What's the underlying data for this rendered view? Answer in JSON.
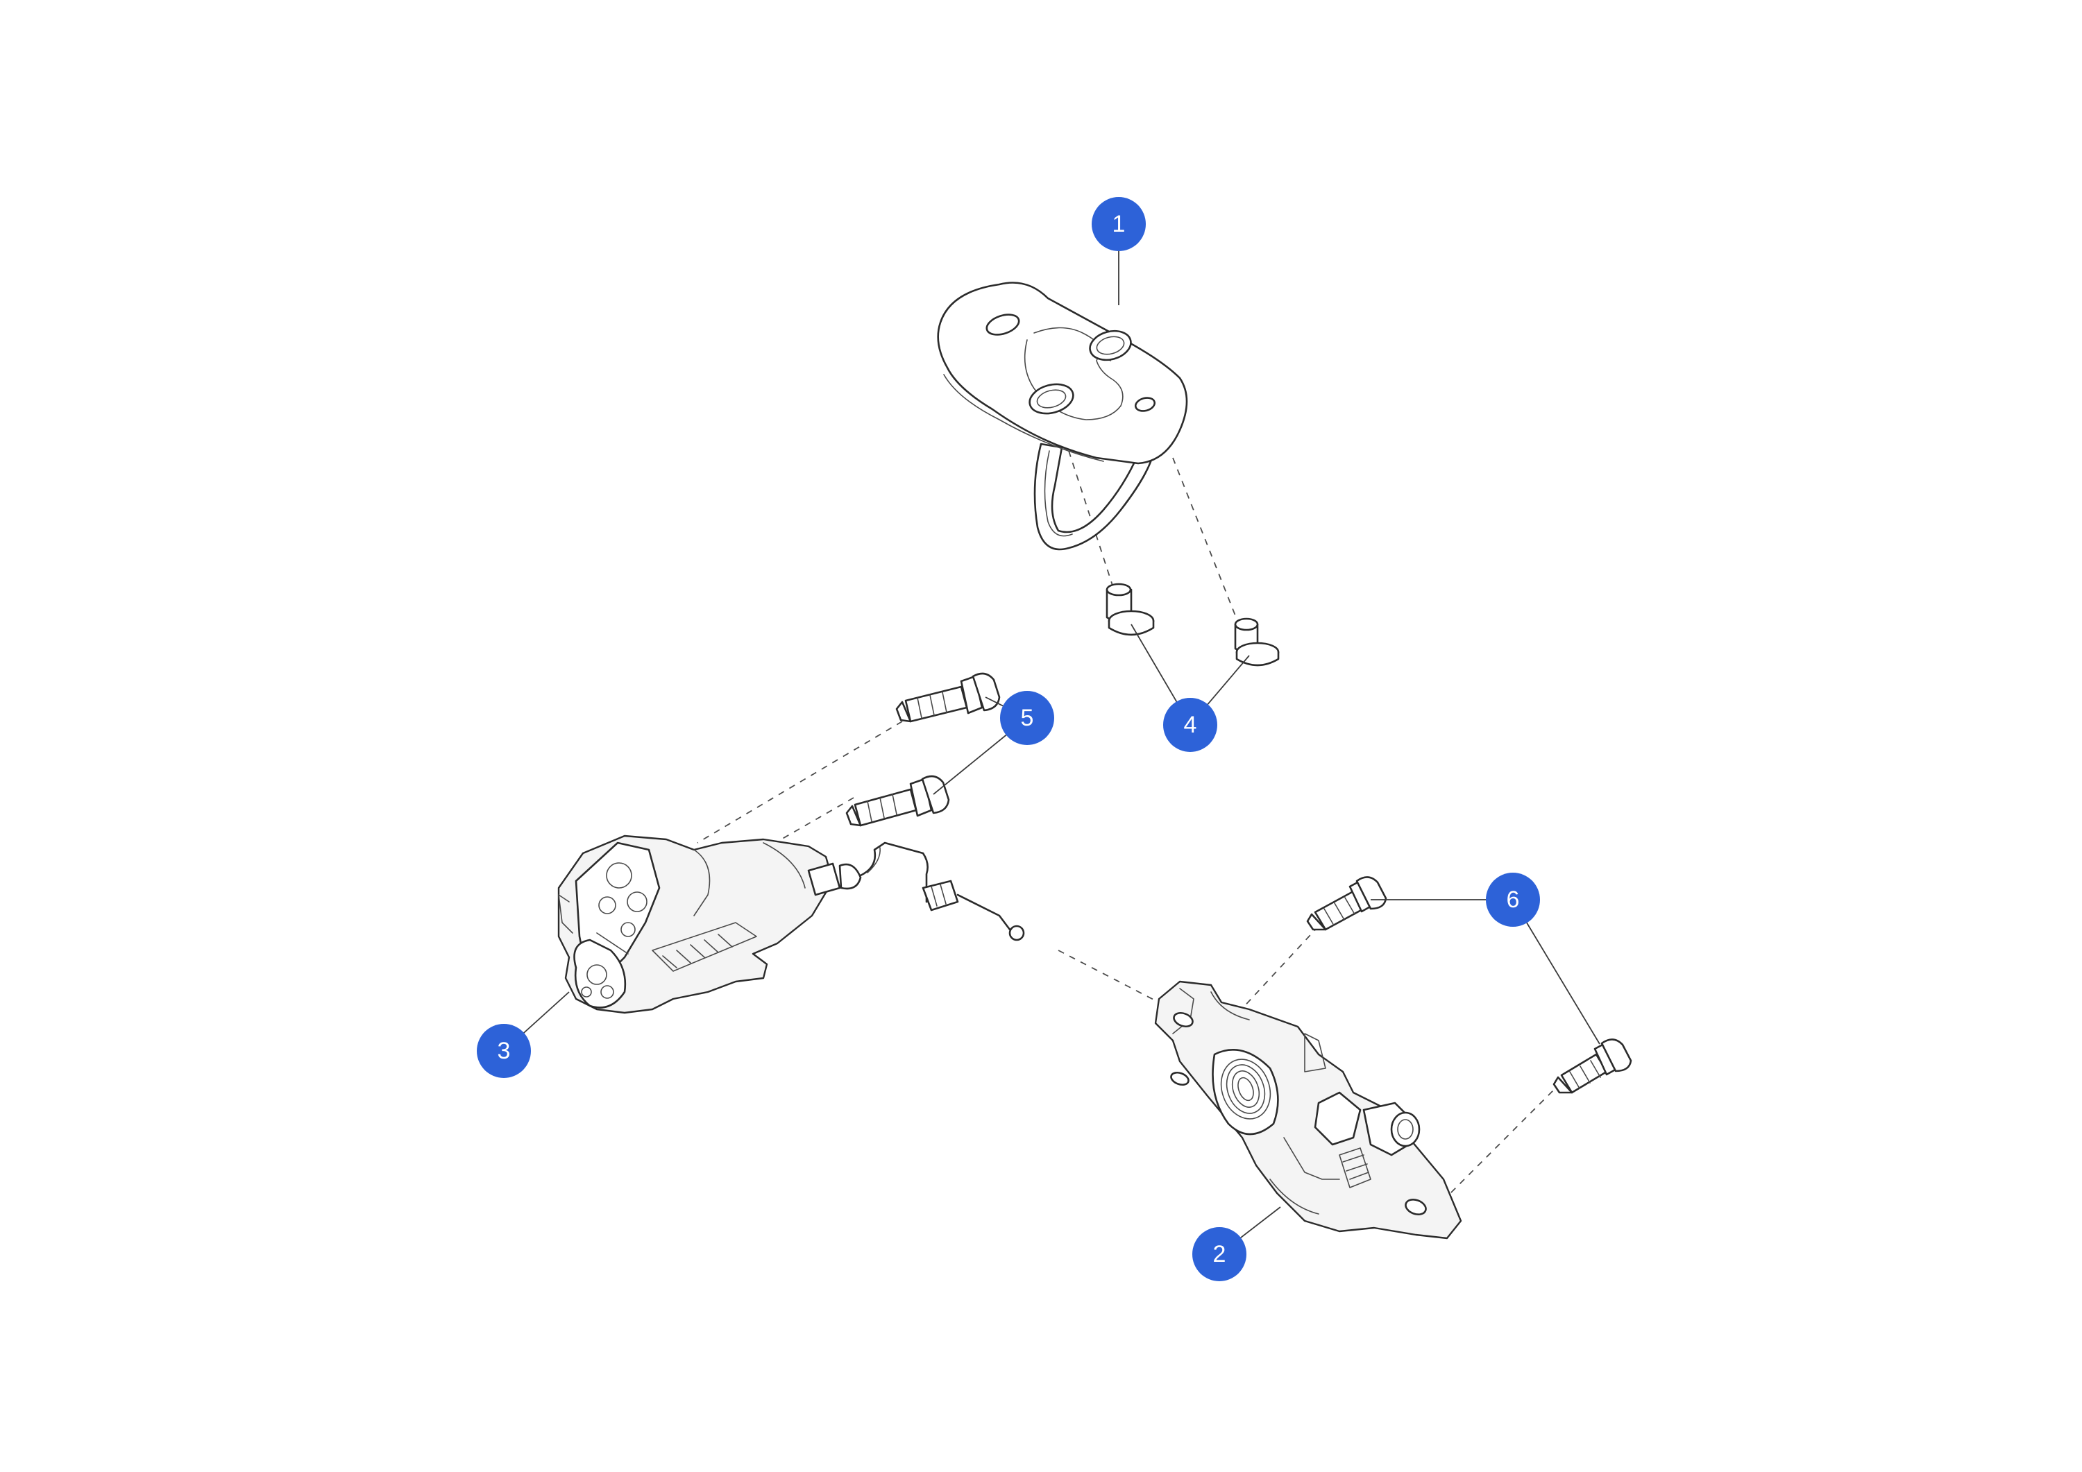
{
  "diagram": {
    "colors": {
      "callout": "#2d62d8",
      "callout_text": "#ffffff",
      "line": "#2b2b2b"
    },
    "callouts": [
      {
        "id": "1",
        "label": "1"
      },
      {
        "id": "2",
        "label": "2"
      },
      {
        "id": "3",
        "label": "3"
      },
      {
        "id": "4",
        "label": "4"
      },
      {
        "id": "5",
        "label": "5"
      },
      {
        "id": "6",
        "label": "6"
      }
    ]
  }
}
